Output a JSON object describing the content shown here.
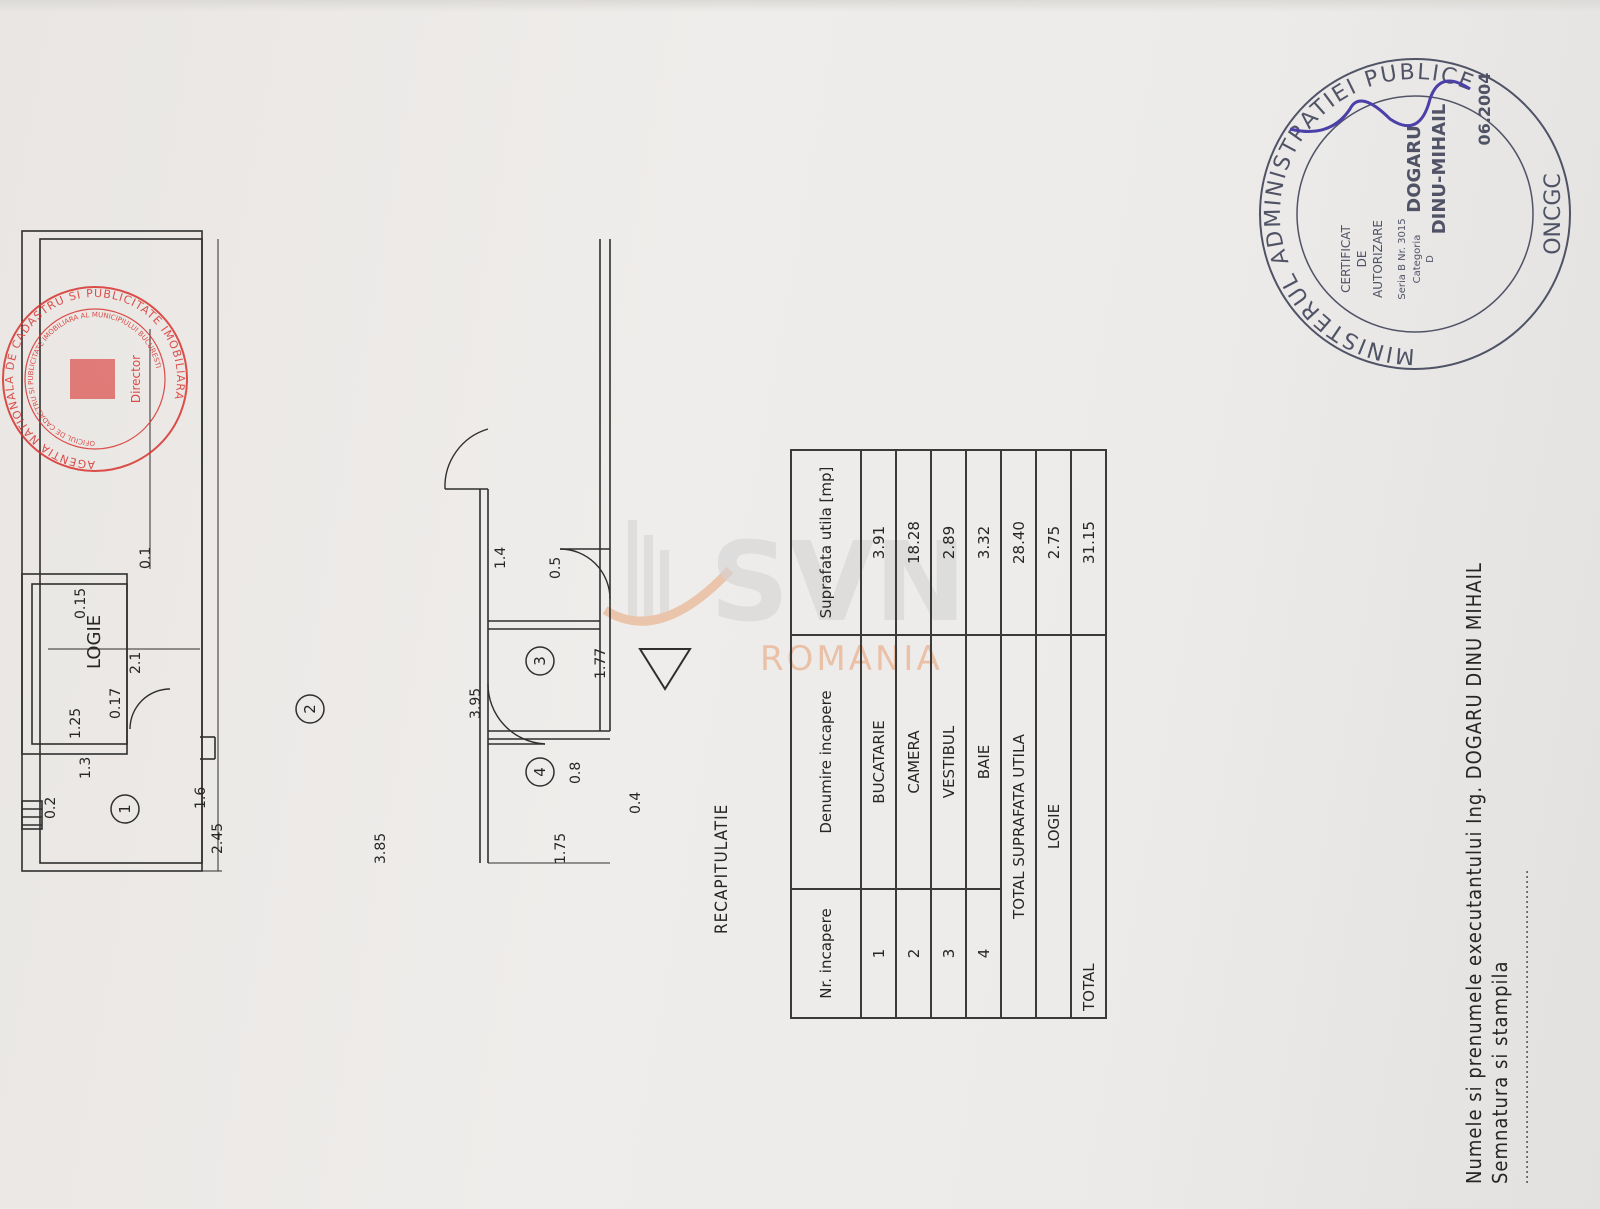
{
  "plan": {
    "rooms": [
      {
        "number": "1"
      },
      {
        "number": "2"
      },
      {
        "number": "3"
      },
      {
        "number": "4"
      }
    ],
    "logia_label": "LOGIE",
    "dimensions": {
      "d245": "2.45",
      "d385": "3.85",
      "d175": "1.75",
      "d16": "1.6",
      "d395": "3.95",
      "d177": "1.77",
      "d08": "0.8",
      "d04": "0.4",
      "d02": "0.2",
      "d13": "1.3",
      "d125": "1.25",
      "d017": "0.17",
      "d21": "2.1",
      "d015": "0.15",
      "d01": "0.1",
      "d14": "1.4",
      "d05": "0.5"
    }
  },
  "recap": {
    "title": "RECAPITULATIE",
    "headers": {
      "nr": "Nr. incapere",
      "name": "Denumire incapere",
      "area": "Suprafata utila [mp]"
    },
    "rows": [
      {
        "nr": "1",
        "name": "BUCATARIE",
        "area": "3.91"
      },
      {
        "nr": "2",
        "name": "CAMERA",
        "area": "18.28"
      },
      {
        "nr": "3",
        "name": "VESTIBUL",
        "area": "2.89"
      },
      {
        "nr": "4",
        "name": "BAIE",
        "area": "3.32"
      }
    ],
    "total_useful_label": "TOTAL SUPRAFATA UTILA",
    "total_useful_value": "28.40",
    "logia_label": "LOGIE",
    "logia_value": "2.75",
    "total_label": "TOTAL",
    "total_value": "31.15"
  },
  "footer": {
    "executor_label": "Numele si prenumele executantului Ing. DOGARU DINU MIHAIL",
    "signature_label": "Semnatura si stampila",
    "signature_line": "..............................................................."
  },
  "stamp_red": {
    "ring_text": "AGENTIA NATIONALA DE CADASTRU SI PUBLICITATE IMOBILIARA",
    "inner_ring_text": "OFICIUL DE CADASTRU SI PUBLICITATE IMOBILIARA AL MUNICIPIULUI BUCURESTI",
    "center_text": "Director"
  },
  "stamp_dark": {
    "ring_text": "MINISTERUL ADMINISTRATIEI PUBLICE",
    "bottom_text": "ONCGC",
    "line1": "CERTIFICAT",
    "line2": "DE",
    "line3": "AUTORIZARE",
    "line4": "Seria B Nr. 3015",
    "line5": "Categoria",
    "line6": "D",
    "name1": "DOGARU",
    "name2": "DINU-MIHAIL",
    "date": "06.2004"
  },
  "watermark": {
    "brand": "SVN",
    "sub": "ROMANIA"
  },
  "colors": {
    "ink": "#262626",
    "stamp_red": "#d8322e",
    "stamp_dark": "#3b3f55",
    "signature": "#4b3fa8",
    "watermark_orange": "#e8a070",
    "watermark_grey": "#cfcfcf"
  }
}
